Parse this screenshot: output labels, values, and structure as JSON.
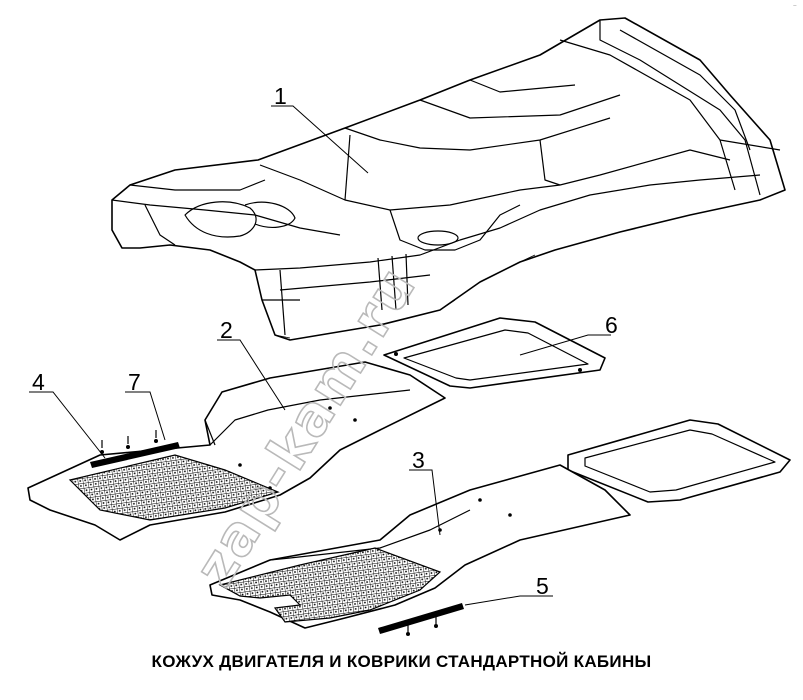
{
  "caption": "КОЖУХ ДВИГАТЕЛЯ И КОВРИКИ СТАНДАРТНОЙ КАБИНЫ",
  "watermark": "zap-kam.ru",
  "corner_mark": "⁻",
  "callouts": {
    "c1": "1",
    "c2": "2",
    "c3": "3",
    "c4": "4",
    "c5": "5",
    "c6": "6",
    "c7": "7"
  }
}
